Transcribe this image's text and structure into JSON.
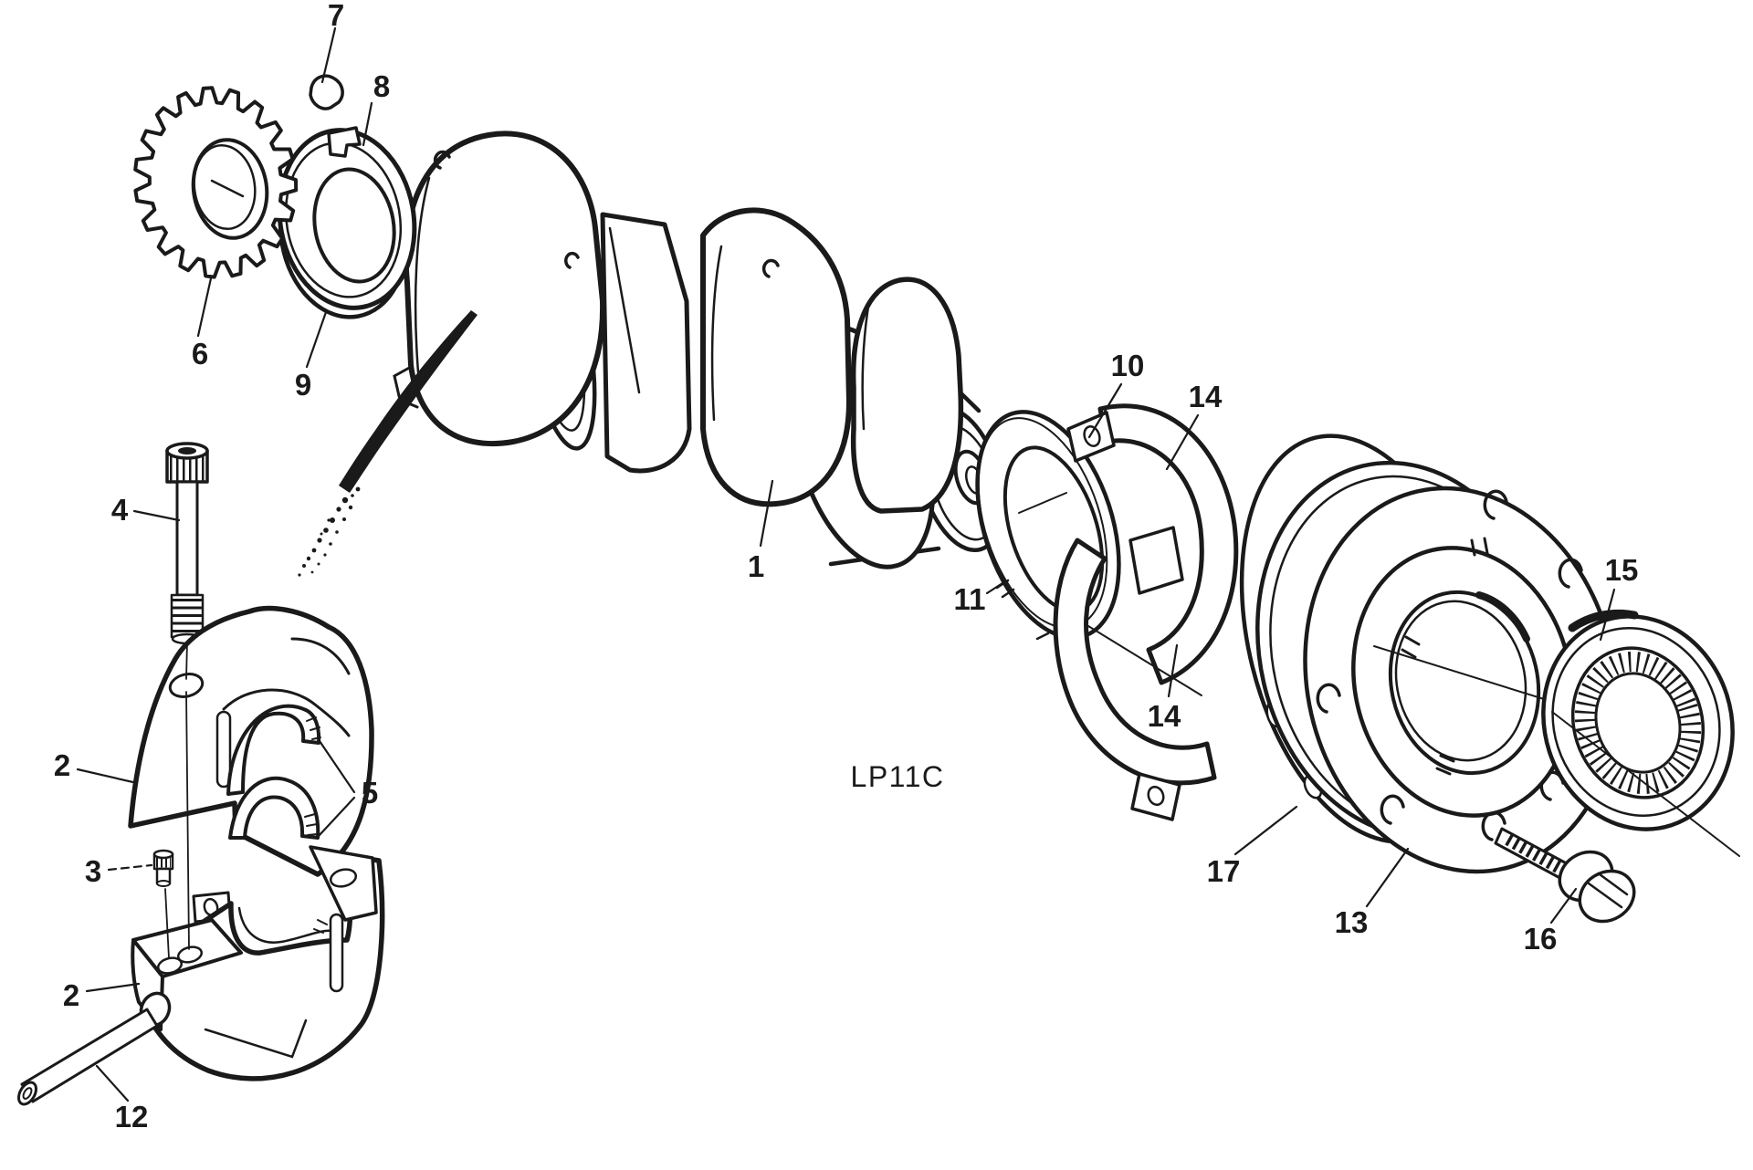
{
  "figure": {
    "code": "LP11C"
  },
  "colors": {
    "ink": "#1a1a1a",
    "paper": "#ffffff"
  },
  "callouts": {
    "crankshaft": "1",
    "bearing_cap_upper": "2",
    "bearing_cap_lower": "2",
    "locating_plug": "3",
    "cap_bolt": "4",
    "cap_bearing_shells": "5",
    "crankshaft_gear": "6",
    "woodruff_key": "7",
    "thrust_washer": "8",
    "spacer_ring": "9",
    "thrust_washer_ring": "10",
    "thrust_ring": "11",
    "dowel_pin": "12",
    "seal_housing": "13",
    "bearing_shell_upper": "14",
    "bearing_shell_lower": "14",
    "oil_seal": "15",
    "housing_bolt": "16",
    "gasket": "17"
  }
}
